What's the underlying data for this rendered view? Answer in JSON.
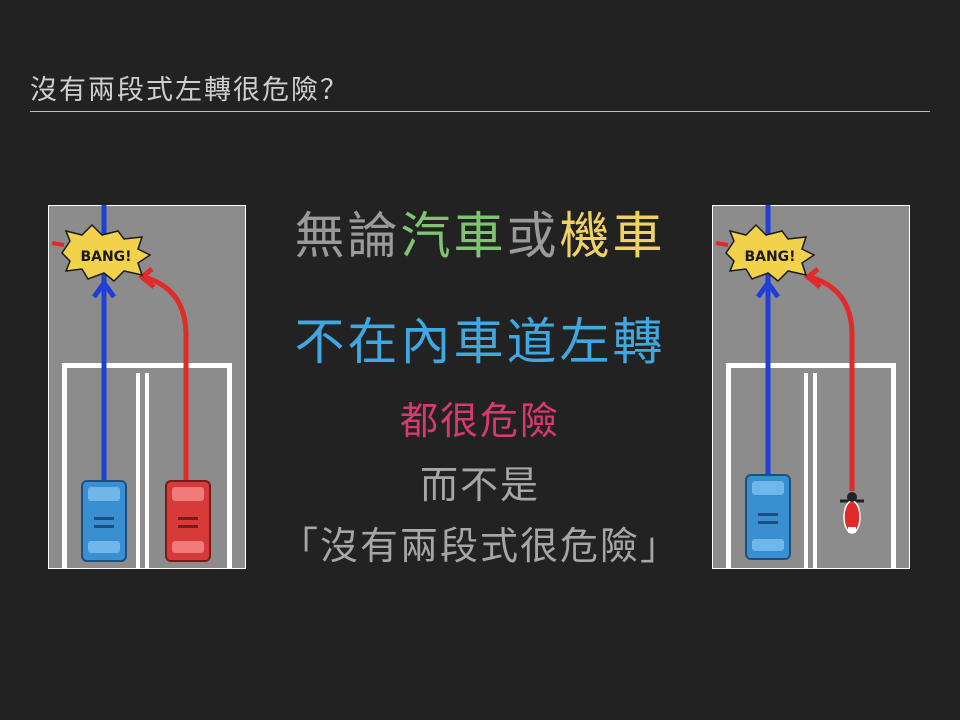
{
  "slide": {
    "title": "沒有兩段式左轉很危險？"
  },
  "message": {
    "line1": {
      "part1": "無論",
      "part2": "汽車",
      "part3": "或",
      "part4": "機車"
    },
    "line2": "不在內車道左轉",
    "line3": "都很危險",
    "line4": "而不是",
    "line5": "「沒有兩段式很危險」"
  },
  "diagrams": {
    "left": {
      "bang_label": "BANG!"
    },
    "right": {
      "bang_label": "BANG!"
    }
  },
  "colors": {
    "background": "#222222",
    "road": "#8c8c8c",
    "straight_path": "#1f3fd6",
    "turn_path": "#e12a2a",
    "blue_car": "#3a8fd0",
    "red_car": "#d83a3a",
    "bang_fill": "#f2d24a"
  },
  "icons": {
    "left_scene": [
      "blue-car-icon",
      "red-car-icon",
      "bang-burst-icon"
    ],
    "right_scene": [
      "blue-car-icon",
      "motorcycle-icon",
      "bang-burst-icon"
    ]
  }
}
